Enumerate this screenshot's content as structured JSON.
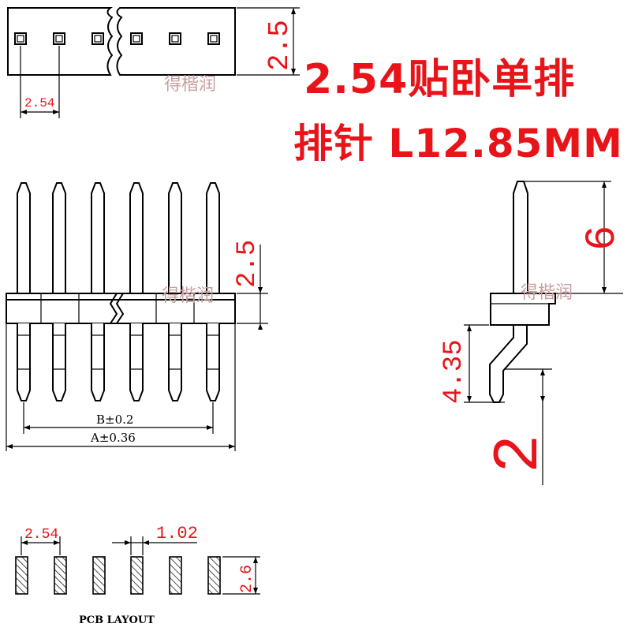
{
  "title": {
    "line1": "2.54贴卧单排",
    "line2": "排针 L12.85MM"
  },
  "watermark": "得楷润",
  "dimensions": {
    "top_pitch": "2.54",
    "top_height": "2.5",
    "front_height": "2.5",
    "dim_b": "B±0.2",
    "dim_a": "A±0.36",
    "side_height": "6",
    "side_bend": "4.35",
    "side_tail": "2",
    "pcb_pitch": "2.54",
    "pcb_pad_width": "1.02",
    "pcb_pad_height": "2.6"
  },
  "pcb_label": "PCB LAYOUT",
  "colors": {
    "dimension_text": "#e8141a",
    "watermark": "#c9a0a0",
    "lines": "#000000"
  }
}
